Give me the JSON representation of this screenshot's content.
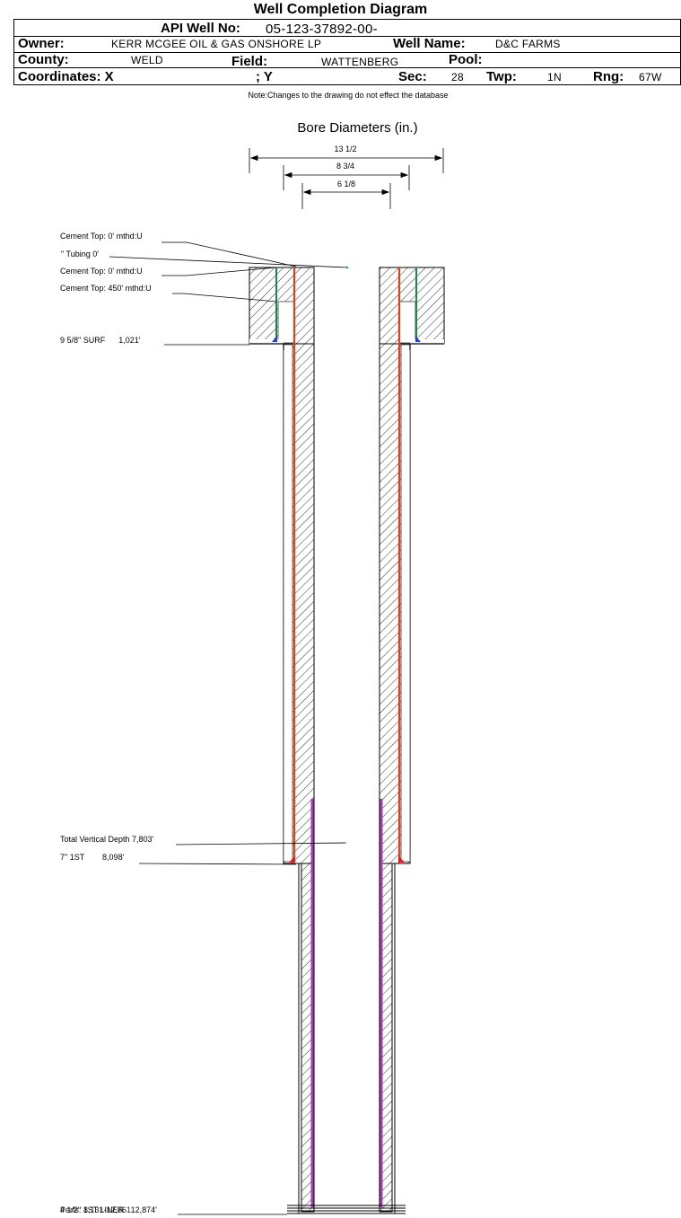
{
  "header": {
    "title": "Well Completion Diagram",
    "api_label": "API Well No:",
    "api_value": "05-123-37892-00-",
    "owner_label": "Owner:",
    "owner_value": "KERR MCGEE OIL & GAS ONSHORE LP",
    "well_name_label": "Well Name:",
    "well_name_value": "D&C FARMS",
    "county_label": "County:",
    "county_value": "WELD",
    "field_label": "Field:",
    "field_value": "WATTENBERG",
    "pool_label": "Pool:",
    "pool_value": "",
    "coord_x_label": "Coordinates: X",
    "coord_y_label": "; Y",
    "sec_label": "Sec:",
    "sec_value": "28",
    "twp_label": "Twp:",
    "twp_value": "1N",
    "rng_label": "Rng:",
    "rng_value": "67W"
  },
  "note": "Note:Changes to the drawing do not effect the database",
  "bore": {
    "title": "Bore Diameters (in.)",
    "diameters": [
      "13 1/2",
      "8 3/4",
      "6 1/8"
    ]
  },
  "annotations": {
    "cement_top_1": "Cement Top: 0' mthd:U",
    "tubing": "\" Tubing 0'",
    "cement_top_2": "Cement Top: 0' mthd:U",
    "cement_top_3": "Cement Top: 450' mthd:U",
    "surface_casing": "9 5/8\" SURF      1,021'",
    "tvd": "Total Vertical Depth 7,803'",
    "intermediate_casing": "7\" 1ST        8,098'",
    "liner": "4 1/2\" 1ST LINER   12,874'",
    "perfs": "Perfs: 8,131-12,861"
  },
  "colors": {
    "casing_red": "#e0401a",
    "green": "#1a8a4a",
    "purple": "#a040b0",
    "shoe_blue": "#1f3fd0",
    "shoe_red": "#e02020",
    "hatch": "#000000"
  }
}
